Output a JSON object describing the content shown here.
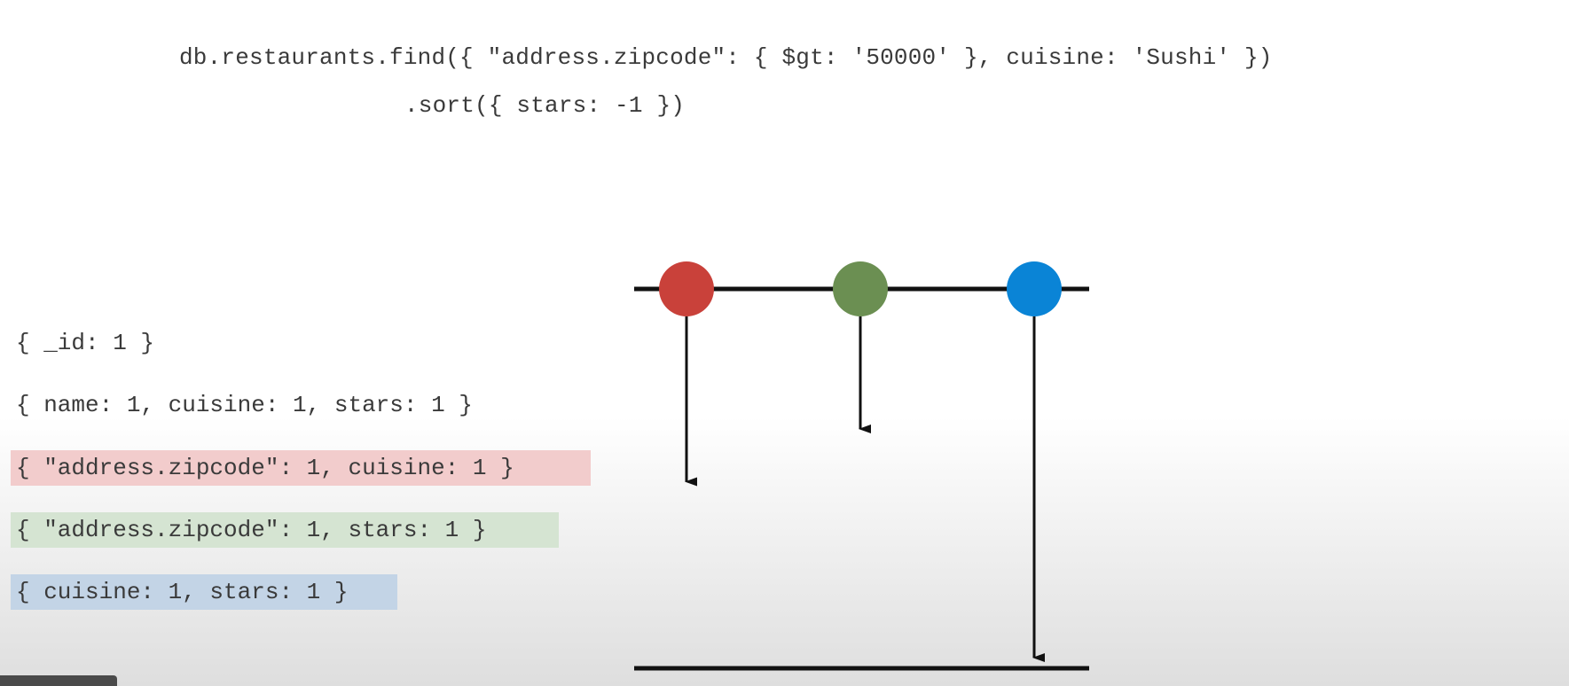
{
  "query": {
    "line1": "db.restaurants.find({ \"address.zipcode\": { $gt: '50000' }, cuisine: 'Sushi' })",
    "line2": ".sort({ stars: -1 })"
  },
  "indexes": [
    {
      "label": "{ _id: 1 }",
      "highlight": ""
    },
    {
      "label": "{ name: 1, cuisine: 1, stars: 1 }",
      "highlight": ""
    },
    {
      "label": "{ \"address.zipcode\": 1, cuisine: 1 }",
      "highlight": "#f2cccc"
    },
    {
      "label": "{ \"address.zipcode\": 1, stars: 1 }",
      "highlight": "#d5e4d2"
    },
    {
      "label": "{ cuisine: 1, stars: 1 }",
      "highlight": "#c3d4e6"
    }
  ],
  "plans": [
    {
      "color": "#c9413a",
      "depth": 0.5
    },
    {
      "color": "#6b8f52",
      "depth": 0.35
    },
    {
      "color": "#0a84d6",
      "depth": 1.0
    }
  ]
}
